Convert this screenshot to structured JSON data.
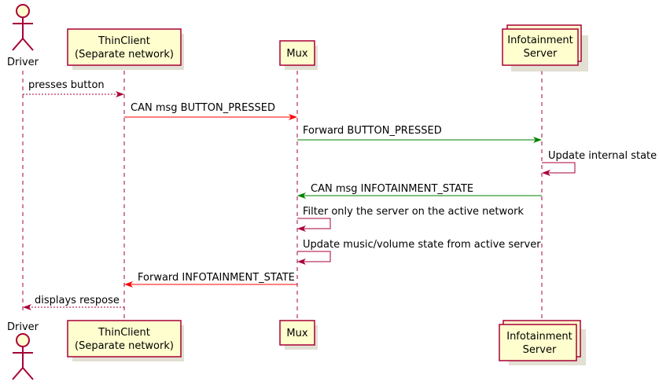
{
  "participants": {
    "driver": {
      "label": "Driver"
    },
    "thin_client": {
      "line1": "ThinClient",
      "line2": "(Separate network)"
    },
    "mux": {
      "label": "Mux"
    },
    "infotainment": {
      "line1": "Infotainment",
      "line2": "Server"
    }
  },
  "messages": [
    {
      "label": "presses button",
      "from": "driver",
      "to": "thin_client",
      "style": "dashed",
      "color": "#A80036"
    },
    {
      "label": "CAN msg BUTTON_PRESSED",
      "from": "thin_client",
      "to": "mux",
      "style": "solid",
      "color": "#FF0000"
    },
    {
      "label": "Forward BUTTON_PRESSED",
      "from": "mux",
      "to": "infotainment",
      "style": "solid",
      "color": "#008000"
    },
    {
      "label": "Update internal state",
      "from": "infotainment",
      "to": "infotainment",
      "style": "self",
      "color": "#A80036"
    },
    {
      "label": "CAN msg INFOTAINMENT_STATE",
      "from": "infotainment",
      "to": "mux",
      "style": "solid",
      "color": "#008000"
    },
    {
      "label": "Filter only the server on the active network",
      "from": "mux",
      "to": "mux",
      "style": "self",
      "color": "#A80036"
    },
    {
      "label": "Update music/volume state from active server",
      "from": "mux",
      "to": "mux",
      "style": "self",
      "color": "#A80036"
    },
    {
      "label": "Forward INFOTAINMENT_STATE",
      "from": "mux",
      "to": "thin_client",
      "style": "solid",
      "color": "#FF0000"
    },
    {
      "label": "displays respose",
      "from": "thin_client",
      "to": "driver",
      "style": "dashed",
      "color": "#A80036"
    }
  ],
  "colors": {
    "box_fill": "#FEFECE",
    "border": "#A80036",
    "red": "#FF0000",
    "green": "#008000"
  }
}
